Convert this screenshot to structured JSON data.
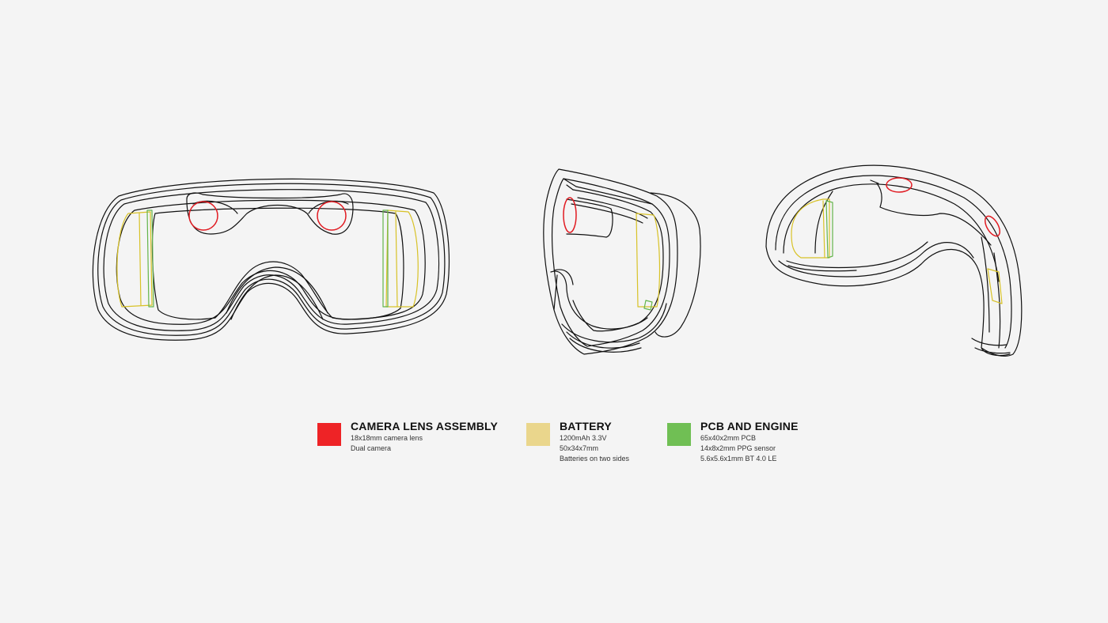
{
  "legend": [
    {
      "title": "CAMERA LENS ASSEMBLY",
      "lines": [
        "18x18mm camera lens",
        "Dual camera"
      ],
      "color": "#ee2326"
    },
    {
      "title": "BATTERY",
      "lines": [
        "1200mAh 3.3V",
        "50x34x7mm",
        "Batteries on two sides"
      ],
      "color": "#ead68c"
    },
    {
      "title": "PCB AND ENGINE",
      "lines": [
        "65x40x2mm PCB",
        "14x8x2mm PPG sensor",
        "5.6x5.6x1mm BT 4.0 LE"
      ],
      "color": "#70bf54"
    }
  ],
  "colors": {
    "outline": "#111111",
    "background": "#f4f4f4",
    "camera_stroke": "#e11b22",
    "battery_stroke": "#d8c227",
    "pcb_stroke": "#64b54b"
  }
}
